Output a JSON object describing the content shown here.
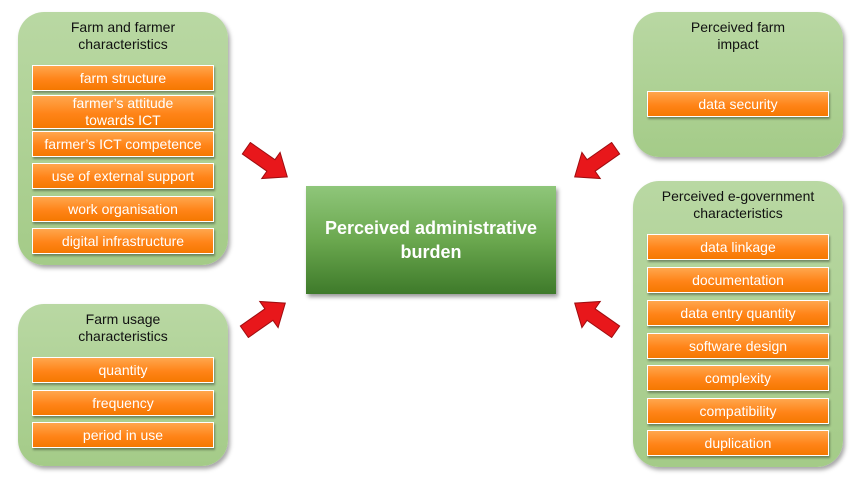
{
  "center": {
    "label": "Perceived administrative\nburden"
  },
  "panels": {
    "farm_farmer": {
      "title": "Farm and farmer\ncharacteristics",
      "items": [
        "farm structure",
        "farmer’s attitude\ntowards ICT",
        "farmer’s ICT competence",
        "use of external support",
        "work organisation",
        "digital infrastructure"
      ]
    },
    "farm_usage": {
      "title": "Farm usage\ncharacteristics",
      "items": [
        "quantity",
        "frequency",
        "period in use"
      ]
    },
    "farm_impact": {
      "title": "Perceived farm\nimpact",
      "items": [
        "data security"
      ]
    },
    "egov": {
      "title": "Perceived e-government\ncharacteristics",
      "items": [
        "data linkage",
        "documentation",
        "data entry quantity",
        "software design",
        "complexity",
        "compatibility",
        "duplication"
      ]
    }
  },
  "colors": {
    "panel": "#a4cb88",
    "item": "#ff8418",
    "center": "#6ba84f",
    "arrow": "#e8171b"
  }
}
